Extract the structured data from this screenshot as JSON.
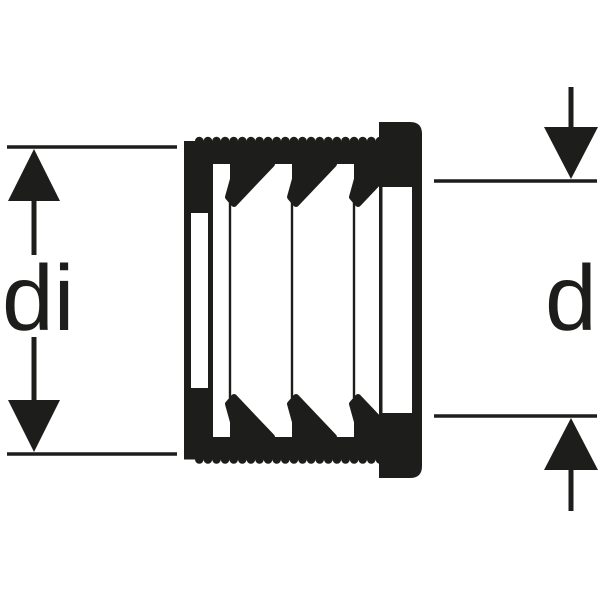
{
  "colors": {
    "ink": "#1d1d1b",
    "paper": "#ffffff"
  },
  "diagram": {
    "type": "technical-cross-section",
    "part": "ribbed-reduction-insert-fitting",
    "dimensions": {
      "left": {
        "label": "di"
      },
      "right": {
        "label": "d"
      }
    }
  }
}
